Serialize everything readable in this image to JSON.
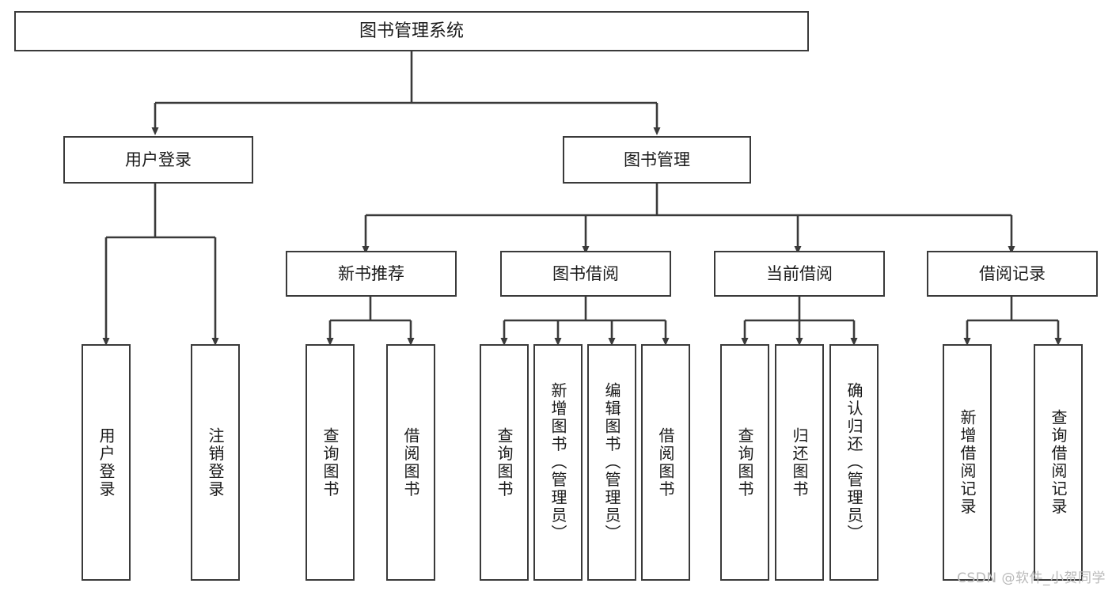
{
  "diagram": {
    "title": "图书管理系统",
    "type": "tree-hierarchy-diagram",
    "stroke_color": "#3a3a3a",
    "fill_color": "#ffffff",
    "text_color": "#1b1b1b"
  },
  "root": {
    "label": "图书管理系统"
  },
  "level2": [
    {
      "label": "用户登录"
    },
    {
      "label": "图书管理"
    }
  ],
  "level3": [
    {
      "label": "新书推荐"
    },
    {
      "label": "图书借阅"
    },
    {
      "label": "当前借阅"
    },
    {
      "label": "借阅记录"
    }
  ],
  "leaves": {
    "user_login": [
      {
        "label": "用户登录"
      },
      {
        "label": "注销登录"
      }
    ],
    "new_book_recommend": [
      {
        "label": "查询图书"
      },
      {
        "label": "借阅图书"
      }
    ],
    "book_borrow": [
      {
        "label": "查询图书"
      },
      {
        "label": "新增图书（管理员）"
      },
      {
        "label": "编辑图书（管理员）"
      },
      {
        "label": "借阅图书"
      }
    ],
    "current_borrow": [
      {
        "label": "查询图书"
      },
      {
        "label": "归还图书"
      },
      {
        "label": "确认归还（管理员）"
      }
    ],
    "borrow_record": [
      {
        "label": "新增借阅记录"
      },
      {
        "label": "查询借阅记录"
      }
    ]
  },
  "watermark": {
    "text": "CSDN @软件_小贺同学"
  }
}
